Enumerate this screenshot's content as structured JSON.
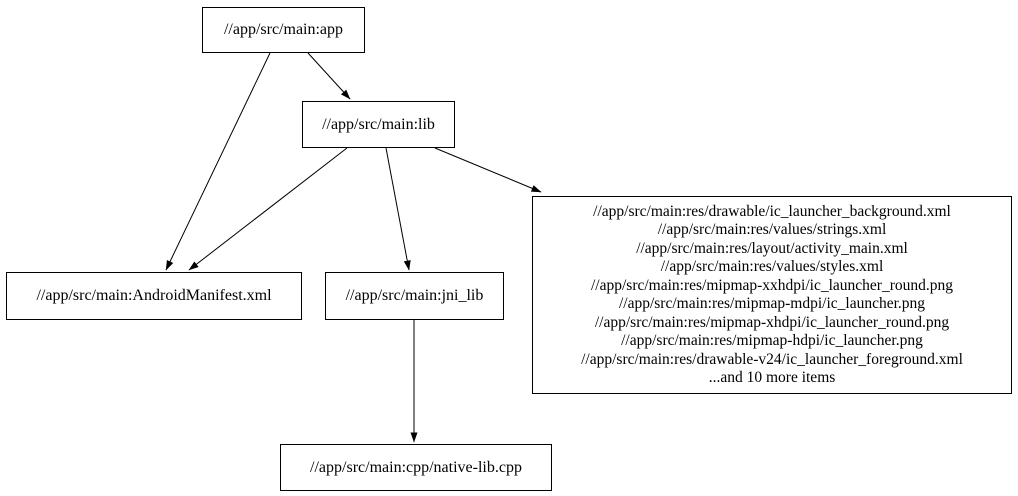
{
  "diagram": {
    "type": "dependency-graph",
    "colors": {
      "background": "#ffffff",
      "node_border": "#000000",
      "node_fill": "#ffffff",
      "text": "#000000",
      "edge": "#000000"
    },
    "nodes": {
      "app": {
        "label": "//app/src/main:app"
      },
      "lib": {
        "label": "//app/src/main:lib"
      },
      "android_manifest": {
        "label": "//app/src/main:AndroidManifest.xml"
      },
      "jni_lib": {
        "label": "//app/src/main:jni_lib"
      },
      "resources": {
        "lines": [
          "//app/src/main:res/drawable/ic_launcher_background.xml",
          "//app/src/main:res/values/strings.xml",
          "//app/src/main:res/layout/activity_main.xml",
          "//app/src/main:res/values/styles.xml",
          "//app/src/main:res/mipmap-xxhdpi/ic_launcher_round.png",
          "//app/src/main:res/mipmap-mdpi/ic_launcher.png",
          "//app/src/main:res/mipmap-xhdpi/ic_launcher_round.png",
          "//app/src/main:res/mipmap-hdpi/ic_launcher.png",
          "//app/src/main:res/drawable-v24/ic_launcher_foreground.xml",
          "...and 10 more items"
        ]
      },
      "native_lib": {
        "label": "//app/src/main:cpp/native-lib.cpp"
      }
    },
    "edges": [
      {
        "from": "//app/src/main:app",
        "to": "//app/src/main:lib"
      },
      {
        "from": "//app/src/main:app",
        "to": "//app/src/main:AndroidManifest.xml"
      },
      {
        "from": "//app/src/main:lib",
        "to": "//app/src/main:AndroidManifest.xml"
      },
      {
        "from": "//app/src/main:lib",
        "to": "//app/src/main:jni_lib"
      },
      {
        "from": "//app/src/main:lib",
        "to": "resources-group"
      },
      {
        "from": "//app/src/main:jni_lib",
        "to": "//app/src/main:cpp/native-lib.cpp"
      }
    ]
  }
}
